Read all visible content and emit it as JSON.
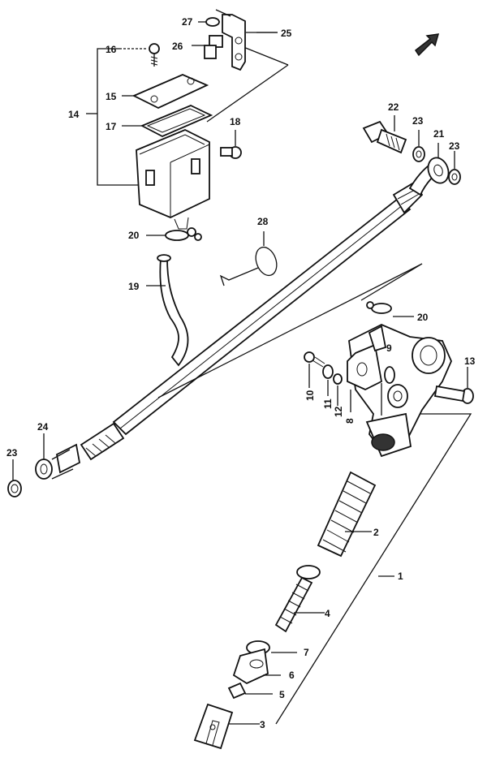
{
  "callouts": {
    "c1": "1",
    "c2": "2",
    "c3": "3",
    "c4": "4",
    "c5": "5",
    "c6": "6",
    "c7": "7",
    "c8": "8",
    "c9": "9",
    "c10": "10",
    "c11": "11",
    "c12": "12",
    "c13": "13",
    "c14": "14",
    "c15": "15",
    "c16": "16",
    "c17": "17",
    "c18": "18",
    "c19": "19",
    "c20a": "20",
    "c20b": "20",
    "c21": "21",
    "c22": "22",
    "c23a": "23",
    "c23b": "23",
    "c23c": "23",
    "c24": "24",
    "c25": "25",
    "c26": "26",
    "c27": "27",
    "c28": "28"
  },
  "icons": {
    "direction_arrow": "front-direction-arrow-icon"
  }
}
